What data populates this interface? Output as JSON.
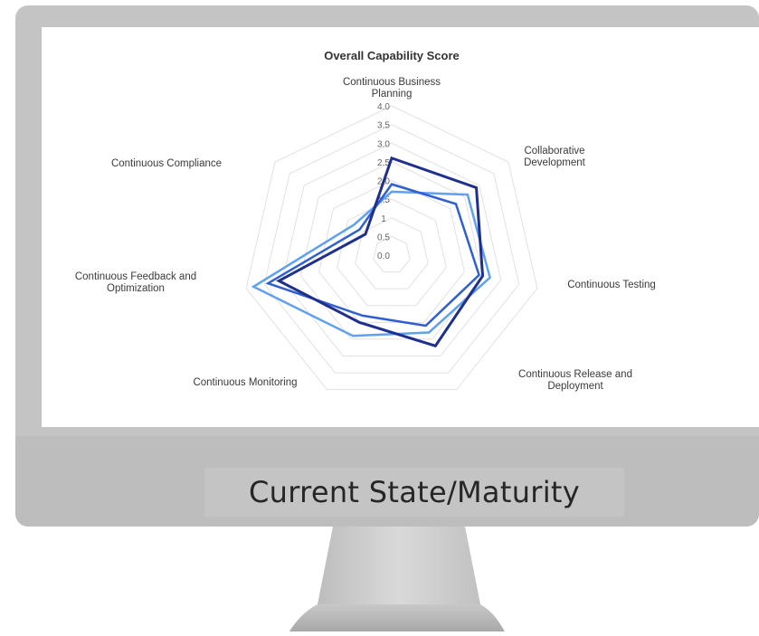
{
  "caption": "Current State/Maturity",
  "colors": {
    "series": [
      "#1f2f8c",
      "#2f5fd0",
      "#5fa1ee"
    ],
    "grid": "#e1e1e1",
    "frame": "#c4c4c4"
  },
  "chart_data": {
    "type": "radar",
    "title": "Overall Capability Score",
    "axes": [
      "Continuous Business Planning",
      "Collaborative Development",
      "Continuous Testing",
      "Continuous Release and Deployment",
      "Continuous Monitoring",
      "Continuous Feedback and Optimization",
      "Continuous Compliance"
    ],
    "rlim": [
      0,
      4.0
    ],
    "ticks": [
      "0.0",
      "0.5",
      "1",
      "1.5",
      "2.0",
      "2.5",
      "3.0",
      "3.5",
      "4.0"
    ],
    "grid": true,
    "legend": "none",
    "series": [
      {
        "values": [
          2.6,
          2.9,
          2.5,
          2.7,
          2.0,
          3.1,
          0.9
        ]
      },
      {
        "values": [
          1.9,
          2.2,
          2.4,
          2.1,
          1.8,
          3.4,
          1.1
        ]
      },
      {
        "values": [
          1.7,
          2.6,
          2.7,
          2.3,
          2.4,
          3.8,
          1.3
        ]
      }
    ]
  }
}
